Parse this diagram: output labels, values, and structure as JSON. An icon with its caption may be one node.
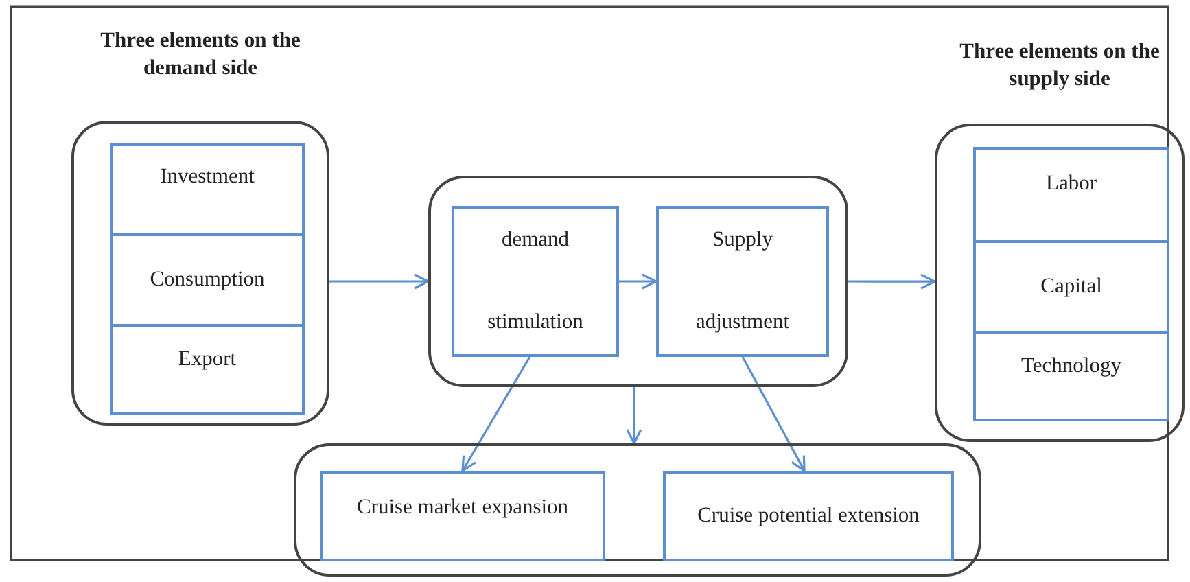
{
  "diagram": {
    "nodes": [
      {
        "text": [
          "Three elements on the demand side"
        ]
      },
      {
        "text": [
          "Investment"
        ],
        "in": 0
      },
      {
        "text": [
          "Consumption"
        ],
        "in": 0
      },
      {
        "text": [
          "Export"
        ],
        "in": 0
      },
      {
        "text": [],
        "shape": "box"
      },
      {
        "text": [
          "demand stimulation"
        ],
        "in": 4
      },
      {
        "text": [
          "Supply adjustment"
        ],
        "in": 4
      },
      {
        "text": [
          "Three elements on the supply side"
        ]
      },
      {
        "text": [
          "Labor"
        ],
        "in": 7
      },
      {
        "text": [
          "Capital"
        ],
        "in": 7
      },
      {
        "text": [
          "Technology"
        ],
        "in": 7
      },
      {
        "text": [],
        "shape": "box"
      },
      {
        "text": [
          "Cruise market expansion"
        ],
        "in": 11
      },
      {
        "text": [
          "Cruise potential extension"
        ],
        "in": 11
      }
    ],
    "edges": [
      {
        "from": 0,
        "to": 4,
        "arrow": "to"
      },
      {
        "from": 5,
        "to": 6,
        "arrow": "to"
      },
      {
        "from": 4,
        "to": 7,
        "arrow": "to"
      },
      {
        "from": 5,
        "to": 12,
        "arrow": "to"
      },
      {
        "from": 4,
        "to": 11,
        "arrow": "to"
      },
      {
        "from": 6,
        "to": 13,
        "arrow": "to"
      }
    ]
  }
}
